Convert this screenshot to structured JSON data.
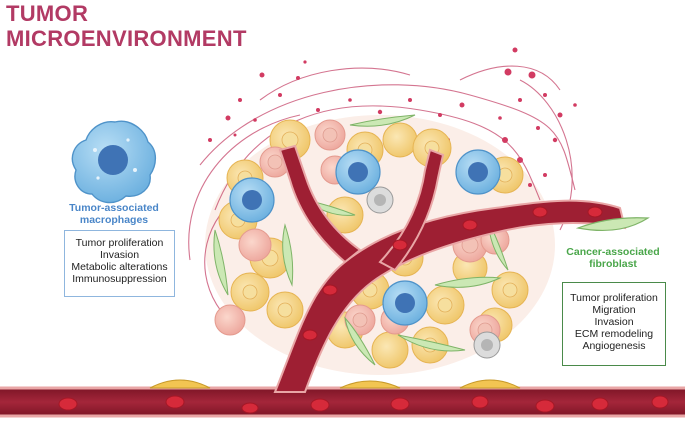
{
  "title": {
    "line1": "TUMOR",
    "line2": "MICROENVIRONMENT"
  },
  "macrophage": {
    "label_line1": "Tumor-associated",
    "label_line2": "macrophages",
    "functions": [
      "Tumor proliferation",
      "Invasion",
      "Metabolic alterations",
      "Immunosuppression"
    ]
  },
  "fibroblast": {
    "label_line1": "Cancer-associated",
    "label_line2": "fibroblast",
    "functions": [
      "Tumor proliferation",
      "Migration",
      "Invasion",
      "ECM remodeling",
      "Angiogenesis"
    ]
  },
  "colors": {
    "title": "#b23a64",
    "macrophage_label": "#4a86c8",
    "macrophage_box_border": "#8fb6de",
    "fibroblast_label": "#4aa64a",
    "fibroblast_box_border": "#4a8a4a",
    "vessel": "#9e1f33",
    "rbc": "#c81e2e",
    "macrophage_cell": "#8ec6ea",
    "tumor_cell": "#f3d38a"
  }
}
